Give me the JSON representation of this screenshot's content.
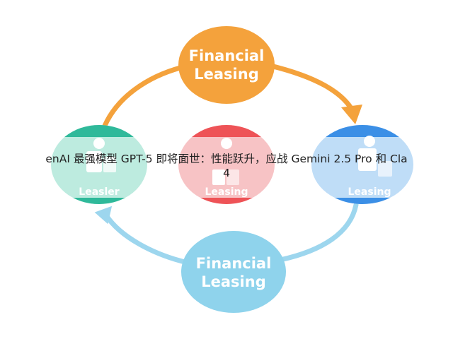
{
  "nodes": {
    "top": {
      "line1": "Financial",
      "line2": "Leasing",
      "color": "#F4A23C"
    },
    "bottom": {
      "line1": "Financial",
      "line2": "Leasing",
      "color": "#8FD3EC"
    },
    "left": {
      "label": "Leasler",
      "color_body": "#BDEBDF",
      "color_cap": "#2FB99A",
      "icon": "person-icon"
    },
    "center": {
      "label": "Leasing",
      "color_body": "#F7C3C5",
      "color_cap": "#EE5357",
      "icon": "person-icon"
    },
    "right": {
      "label": "Leasing",
      "color_body": "#BFDDF7",
      "color_cap": "#3B8FE6",
      "icon": "person-icon"
    }
  },
  "arrows": {
    "top_to_right": {
      "color": "#F4A23C"
    },
    "bottom_to_left": {
      "color": "#8FD3EC"
    }
  },
  "overlay": {
    "line1": "enAI 最强模型 GPT-5 即将面世：性能跃升，应战 Gemini 2.5 Pro 和 Cla",
    "line2": "4"
  }
}
